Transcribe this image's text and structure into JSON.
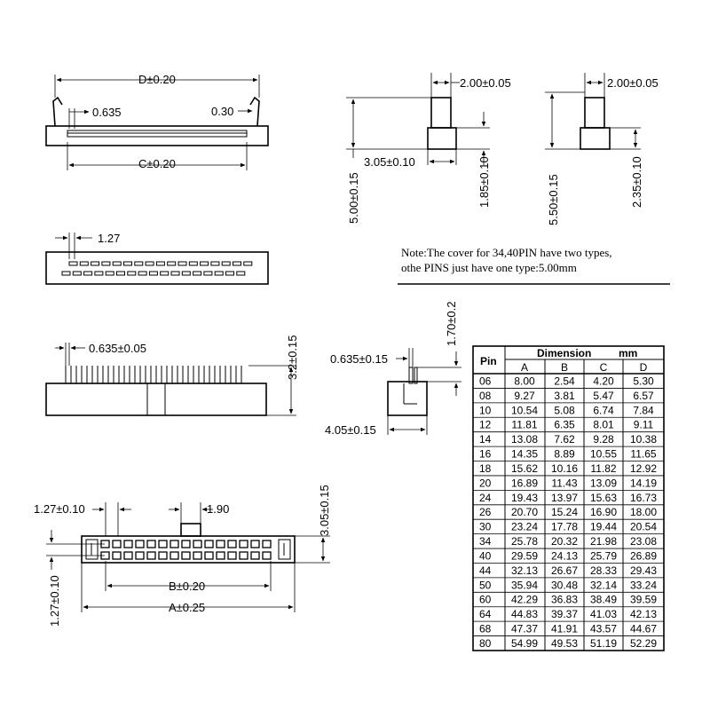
{
  "dimensions": {
    "d_width": "D±0.20",
    "pitch_small": "0.635",
    "offset_030": "0.30",
    "c_width": "C±0.20",
    "stem_width_1": "2.00±0.05",
    "stem_width_2": "2.00±0.05",
    "base_width": "3.05±0.10",
    "height_500": "5.00±0.15",
    "height_185": "1.85±0.10",
    "height_550": "5.50±0.15",
    "height_235": "2.35±0.10",
    "pitch_127": "1.27",
    "pin_pitch": "0.635±0.05",
    "height_32": "3.2±0.15",
    "pin_width": "0.635±0.15",
    "height_170": "1.70±0.2",
    "depth_405": "4.05±0.15",
    "pitch_127_tol": "1.27±0.10",
    "key_190": "1.90",
    "height_305": "3.05±0.15",
    "row_pitch": "1.27±0.10",
    "b_width": "B±0.20",
    "a_width": "A±0.25"
  },
  "note": {
    "line1": "Note:The cover for 34,40PIN  have two types,",
    "line2": "othe PINS just have one type:5.00mm"
  },
  "table": {
    "header_pin": "Pin",
    "header_dimension": "Dimension",
    "header_unit": "mm",
    "columns": [
      "A",
      "B",
      "C",
      "D"
    ],
    "rows": [
      [
        "06",
        "8.00",
        "2.54",
        "4.20",
        "5.30"
      ],
      [
        "08",
        "9.27",
        "3.81",
        "5.47",
        "6.57"
      ],
      [
        "10",
        "10.54",
        "5.08",
        "6.74",
        "7.84"
      ],
      [
        "12",
        "11.81",
        "6.35",
        "8.01",
        "9.11"
      ],
      [
        "14",
        "13.08",
        "7.62",
        "9.28",
        "10.38"
      ],
      [
        "16",
        "14.35",
        "8.89",
        "10.55",
        "11.65"
      ],
      [
        "18",
        "15.62",
        "10.16",
        "11.82",
        "12.92"
      ],
      [
        "20",
        "16.89",
        "11.43",
        "13.09",
        "14.19"
      ],
      [
        "24",
        "19.43",
        "13.97",
        "15.63",
        "16.73"
      ],
      [
        "26",
        "20.70",
        "15.24",
        "16.90",
        "18.00"
      ],
      [
        "30",
        "23.24",
        "17.78",
        "19.44",
        "20.54"
      ],
      [
        "34",
        "25.78",
        "20.32",
        "21.98",
        "23.08"
      ],
      [
        "40",
        "29.59",
        "24.13",
        "25.79",
        "26.89"
      ],
      [
        "44",
        "32.13",
        "26.67",
        "28.33",
        "29.43"
      ],
      [
        "50",
        "35.94",
        "30.48",
        "32.14",
        "33.24"
      ],
      [
        "60",
        "42.29",
        "36.83",
        "38.49",
        "39.59"
      ],
      [
        "64",
        "44.83",
        "39.37",
        "41.03",
        "42.13"
      ],
      [
        "68",
        "47.37",
        "41.91",
        "43.57",
        "44.67"
      ],
      [
        "80",
        "54.99",
        "49.53",
        "51.19",
        "52.29"
      ]
    ]
  }
}
